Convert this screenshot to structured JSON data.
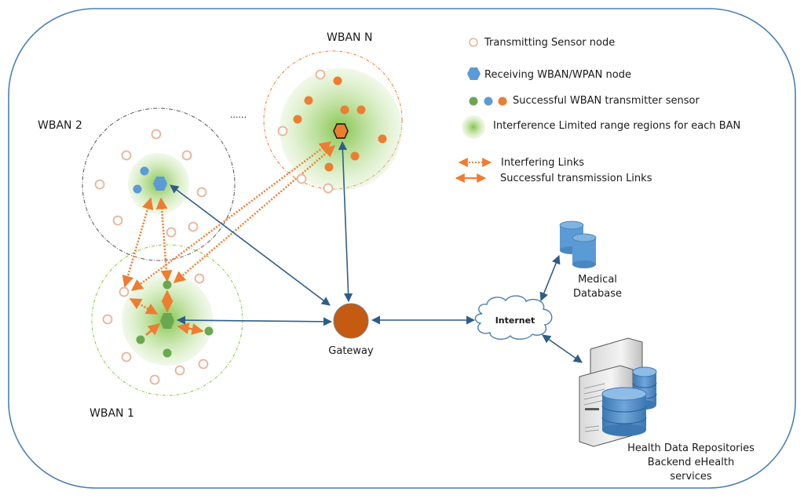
{
  "colors": {
    "frame": "#4a7fb5",
    "sensor_ring": "#e8b59a",
    "receiver_blue": "#5b9bd5",
    "receiver_green": "#6aa84f",
    "receiver_orange": "#ed7d31",
    "success_green": "#6aa84f",
    "success_blue": "#5b9bd5",
    "success_orange": "#ed7d31",
    "interference_link": "#ed7d31",
    "network_link": "#2f5d8a",
    "gateway": "#c55a11",
    "region_green": "#8cc63f"
  },
  "legend": {
    "transmitting_sensor": "Transmitting Sensor node",
    "receiving_node": "Receiving WBAN/WPAN node",
    "successful_sensor": "Successful WBAN transmitter sensor",
    "interference_region": "Interference Limited range regions for each BAN",
    "interfering_links": "Interfering Links",
    "successful_links": "Successful transmission Links"
  },
  "wbans": {
    "wban1": {
      "label": "WBAN 1"
    },
    "wban2": {
      "label": "WBAN 2"
    },
    "wbanN": {
      "label": "WBAN N"
    },
    "ellipsis": "......"
  },
  "gateway": {
    "label": "Gateway"
  },
  "internet": {
    "label": "Internet"
  },
  "medical_db": {
    "line1": "Medical",
    "line2": "Database"
  },
  "repositories": {
    "line1": "Health Data Repositories",
    "line2": "Backend eHealth",
    "line3": "services"
  }
}
